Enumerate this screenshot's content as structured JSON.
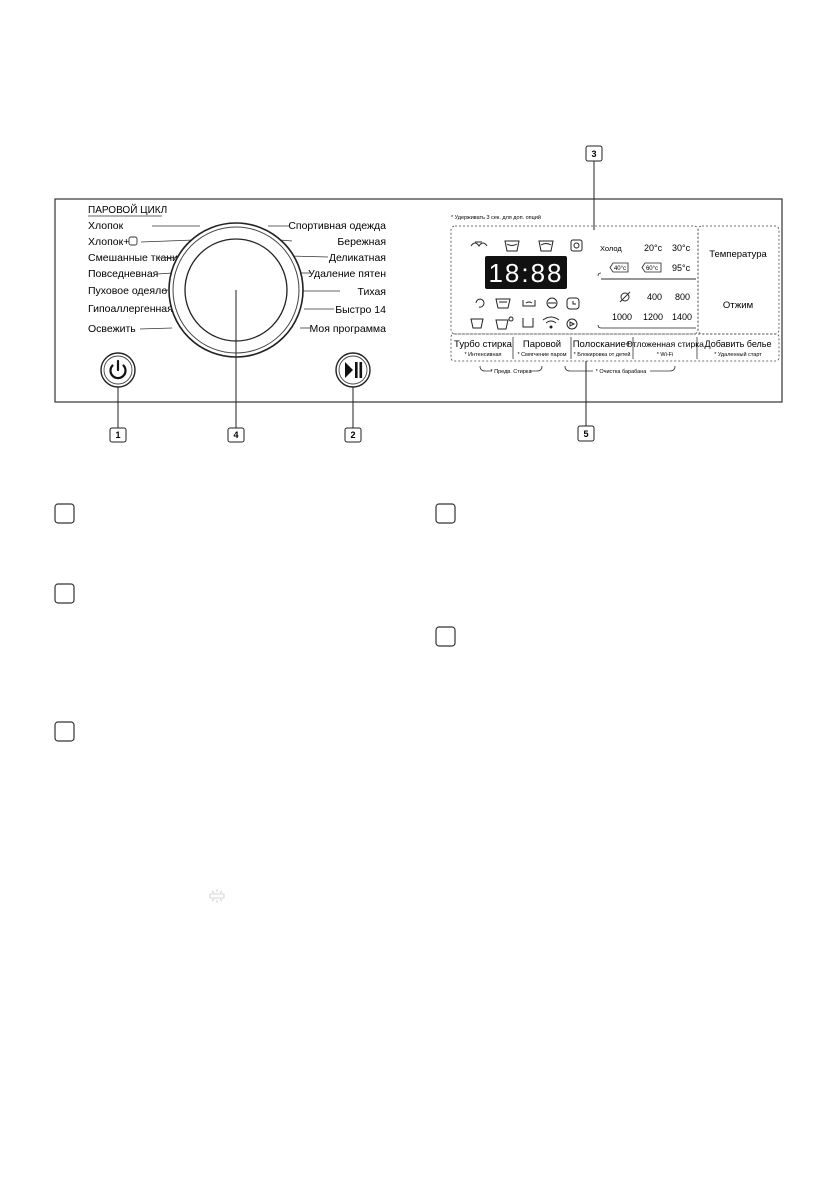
{
  "panel": {
    "steam_cycle_header": "ПАРОВОЙ ЦИКЛ",
    "programs_left": [
      "Хлопок",
      "Хлопок+",
      "Смешанные ткани",
      "Повседневная",
      "Пуховое одеяло",
      "Гипоаллергенная",
      "Освежить"
    ],
    "programs_right": [
      "Спортивная одежда",
      "Бережная",
      "Деликатная",
      "Удаление пятен",
      "Тихая",
      "Быстро 14",
      "Моя программа"
    ],
    "hold_note": "* Удерживать 3 сек. для доп. опций",
    "display_time": "18:88",
    "temperature_options": [
      "Холод",
      "20°c",
      "30°c",
      "40°c",
      "60°c",
      "95°c"
    ],
    "spin_options": [
      "400",
      "800",
      "1000",
      "1200",
      "1400"
    ],
    "temperature_label": "Температура",
    "spin_label": "Отжим",
    "option_buttons": [
      {
        "label": "Турбо стирка",
        "sub": "* Интенсивная"
      },
      {
        "label": "Паровой",
        "sub": "* Смягчение паром"
      },
      {
        "label": "Полоскание+",
        "sub": "* Блокировка от детей"
      },
      {
        "label": "Отложенная стирка",
        "sub": "* Wi-Fi"
      },
      {
        "label": "Добавить белье",
        "sub": "* Удаленный старт"
      }
    ],
    "combo_note_1": "* Предв. Стирка",
    "combo_note_2": "* Очистка барабана"
  },
  "callouts": [
    "1",
    "2",
    "3",
    "4",
    "5"
  ],
  "icons": {
    "power": "power-icon",
    "play_pause": "play-pause-icon",
    "wifi": "wifi-icon",
    "spin_off": "no-spin-icon"
  }
}
